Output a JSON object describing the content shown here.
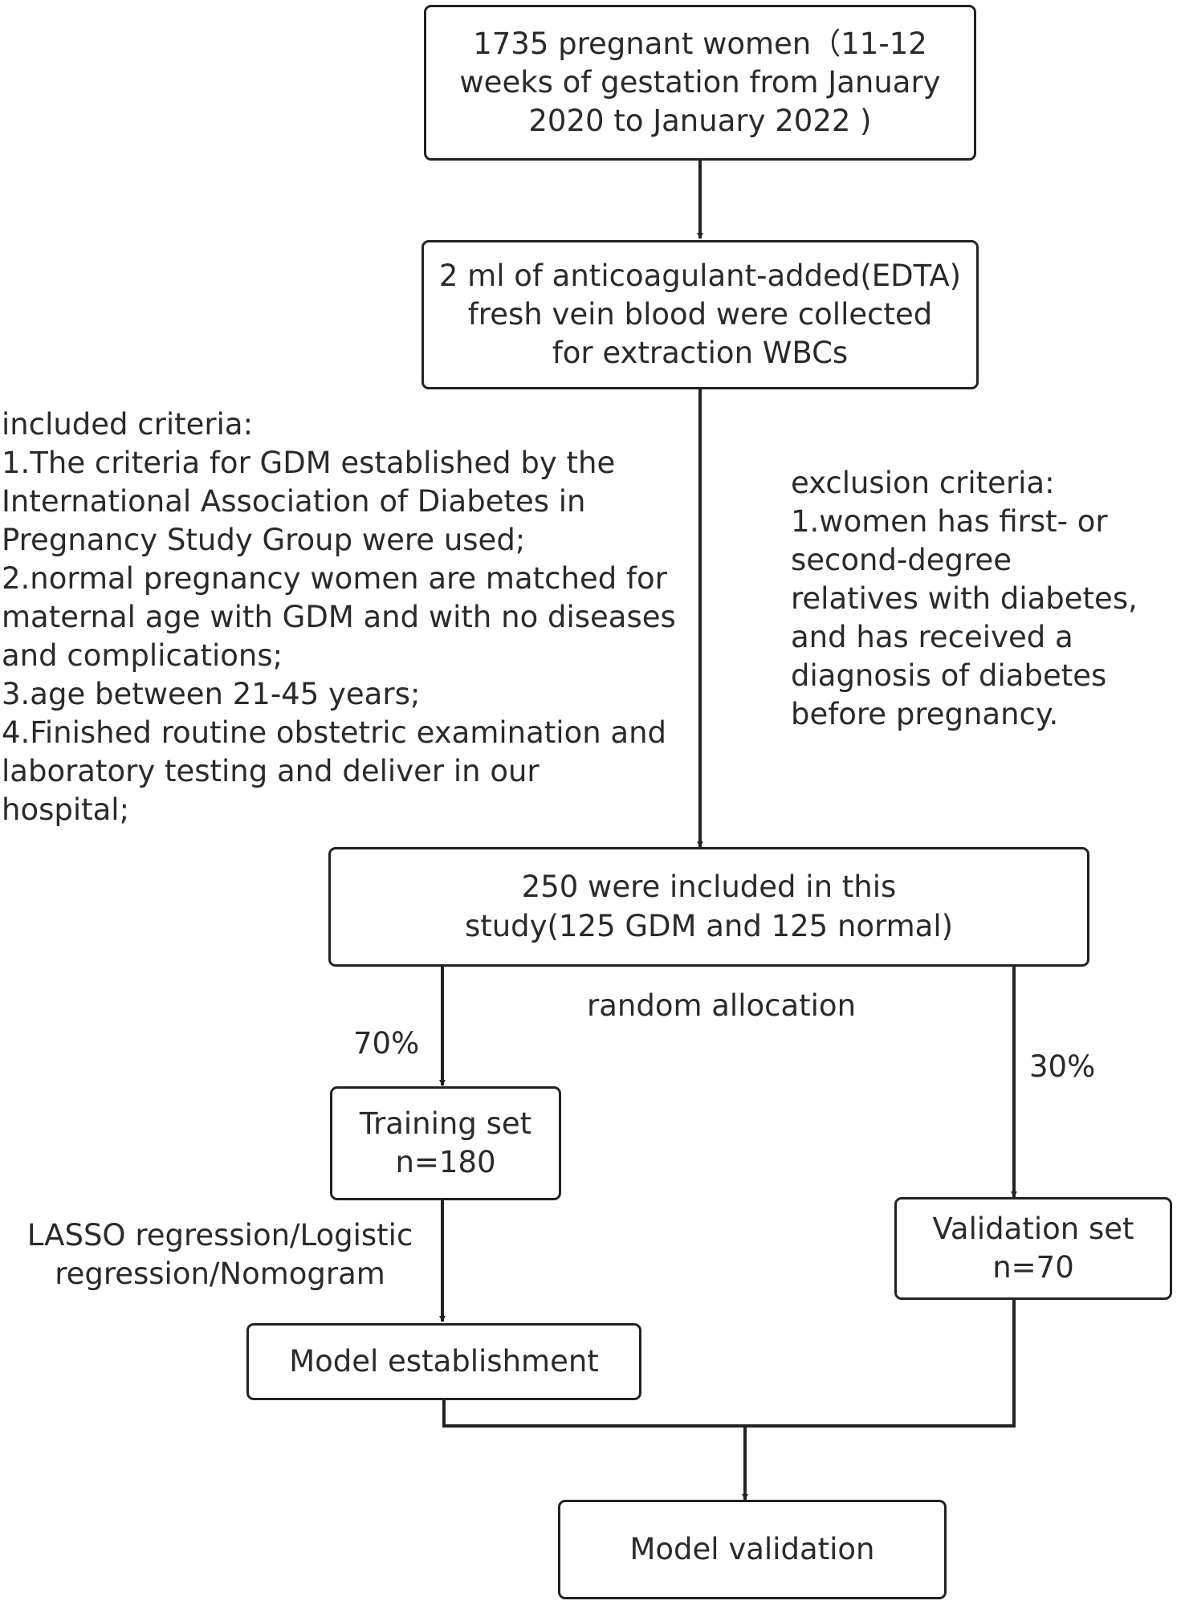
{
  "nodes": {
    "start": [
      "1735 pregnant women（11-12",
      "weeks of gestation from January",
      "2020 to January 2022 )"
    ],
    "blood": [
      "2 ml of anticoagulant-added(EDTA)",
      "fresh vein blood were collected",
      "for extraction WBCs"
    ],
    "included": [
      "250 were included in this",
      "study(125 GDM and 125 normal)"
    ],
    "training": [
      "Training set",
      "n=180"
    ],
    "validation": [
      "Validation set",
      "n=70"
    ],
    "model_establishment": "Model establishment",
    "model_validation": "Model validation"
  },
  "inclusion": [
    "included criteria:",
    "1.The criteria for GDM established by the",
    "International Association of Diabetes in",
    "Pregnancy Study Group were used;",
    "2.normal pregnancy women are matched for",
    "maternal age with GDM and with no diseases",
    "and complications;",
    "3.age between 21-45 years;",
    "4.Finished routine obstetric examination and",
    "laboratory testing and deliver in our",
    "hospital;"
  ],
  "exclusion": [
    "exclusion criteria:",
    "1.women has first- or",
    "second-degree",
    "relatives with diabetes,",
    "and has received a",
    "diagnosis of diabetes",
    "before pregnancy."
  ],
  "labels": {
    "random_allocation": "random allocation",
    "pct_training": "70%",
    "pct_validation": "30%",
    "method": [
      "LASSO regression/Logistic",
      "regression/Nomogram"
    ]
  }
}
